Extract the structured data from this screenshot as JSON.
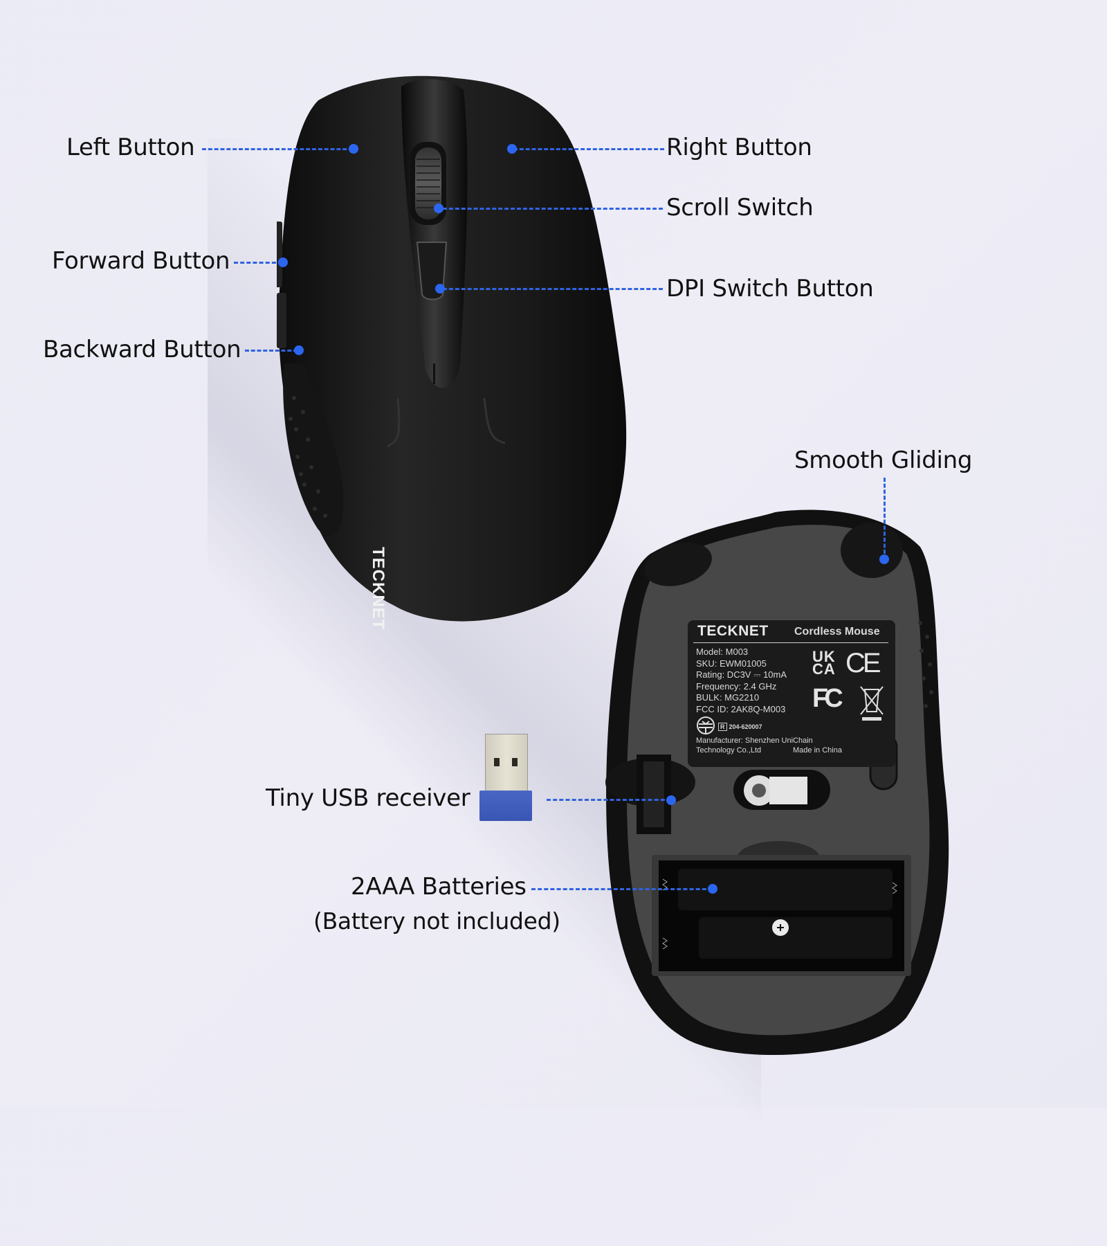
{
  "callouts": {
    "left_button": "Left Button",
    "right_button": "Right Button",
    "scroll_switch": "Scroll Switch",
    "forward_button": "Forward Button",
    "dpi_switch_button": "DPI Switch Button",
    "backward_button": "Backward Button",
    "smooth_gliding": "Smooth Gliding",
    "usb_receiver": "Tiny USB receiver",
    "batteries": "2AAA Batteries",
    "batteries_note": "(Battery not included)"
  },
  "product": {
    "brand_top": "TECKNET"
  },
  "label_plate": {
    "brand": "TECKNET",
    "type": "Cordless Mouse",
    "specs": [
      "Model: M003",
      "SKU: EWM01005",
      "Rating: DC3V ⎓ 10mA",
      "Frequency: 2.4 GHz",
      "BULK: MG2210",
      "FCC ID: 2AK8Q-M003"
    ],
    "cert_r": "R",
    "cert_number": "204-620007",
    "manufacturer_line1": "Manufacturer: Shenzhen UniChain",
    "manufacturer_line2": "Technology Co.,Ltd",
    "made_in": "Made in China",
    "marks": [
      "UK CA",
      "CE",
      "FC",
      "WEEE"
    ]
  },
  "colors": {
    "accent": "#2b66f0",
    "text": "#111111",
    "background": "#ececf5",
    "mouse_body": "#1c1c1c",
    "usb_blue": "#4160c0"
  }
}
